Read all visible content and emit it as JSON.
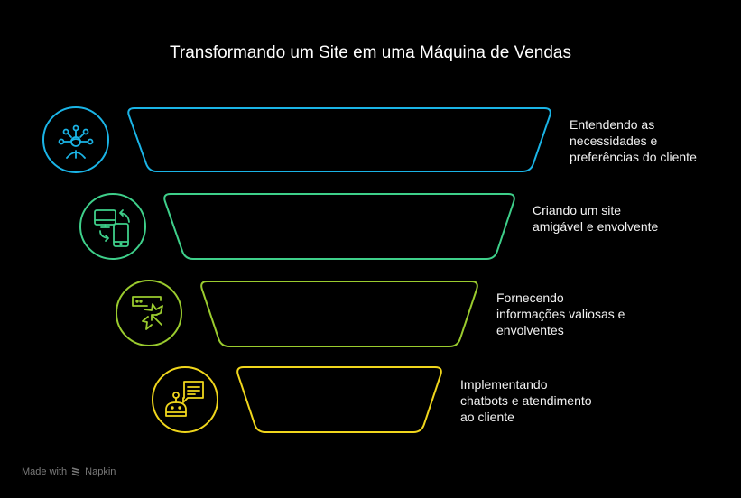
{
  "title": "Transformando um Site em uma Máquina de Vendas",
  "stages": [
    {
      "label": "Entendendo as necessidades e preferências do cliente",
      "lines": [
        "Entendendo as",
        "necessidades e",
        "preferências do cliente"
      ],
      "color": "#1ab4e6",
      "icon": "user-network-icon"
    },
    {
      "label": "Criando um site amigável e envolvente",
      "lines": [
        "Criando um site",
        "amigável e envolvente"
      ],
      "color": "#3ecf8a",
      "icon": "devices-sync-icon"
    },
    {
      "label": "Fornecendo informações valiosas e envolventes",
      "lines": [
        "Fornecendo",
        "informações valiosas e",
        "envolventes"
      ],
      "color": "#9acb2e",
      "icon": "click-burst-icon"
    },
    {
      "label": "Implementando chatbots e atendimento ao cliente",
      "lines": [
        "Implementando",
        "chatbots e atendimento",
        "ao cliente"
      ],
      "color": "#f0d61c",
      "icon": "chatbot-icon"
    }
  ],
  "footer": {
    "made_with": "Made with",
    "brand": "Napkin"
  }
}
